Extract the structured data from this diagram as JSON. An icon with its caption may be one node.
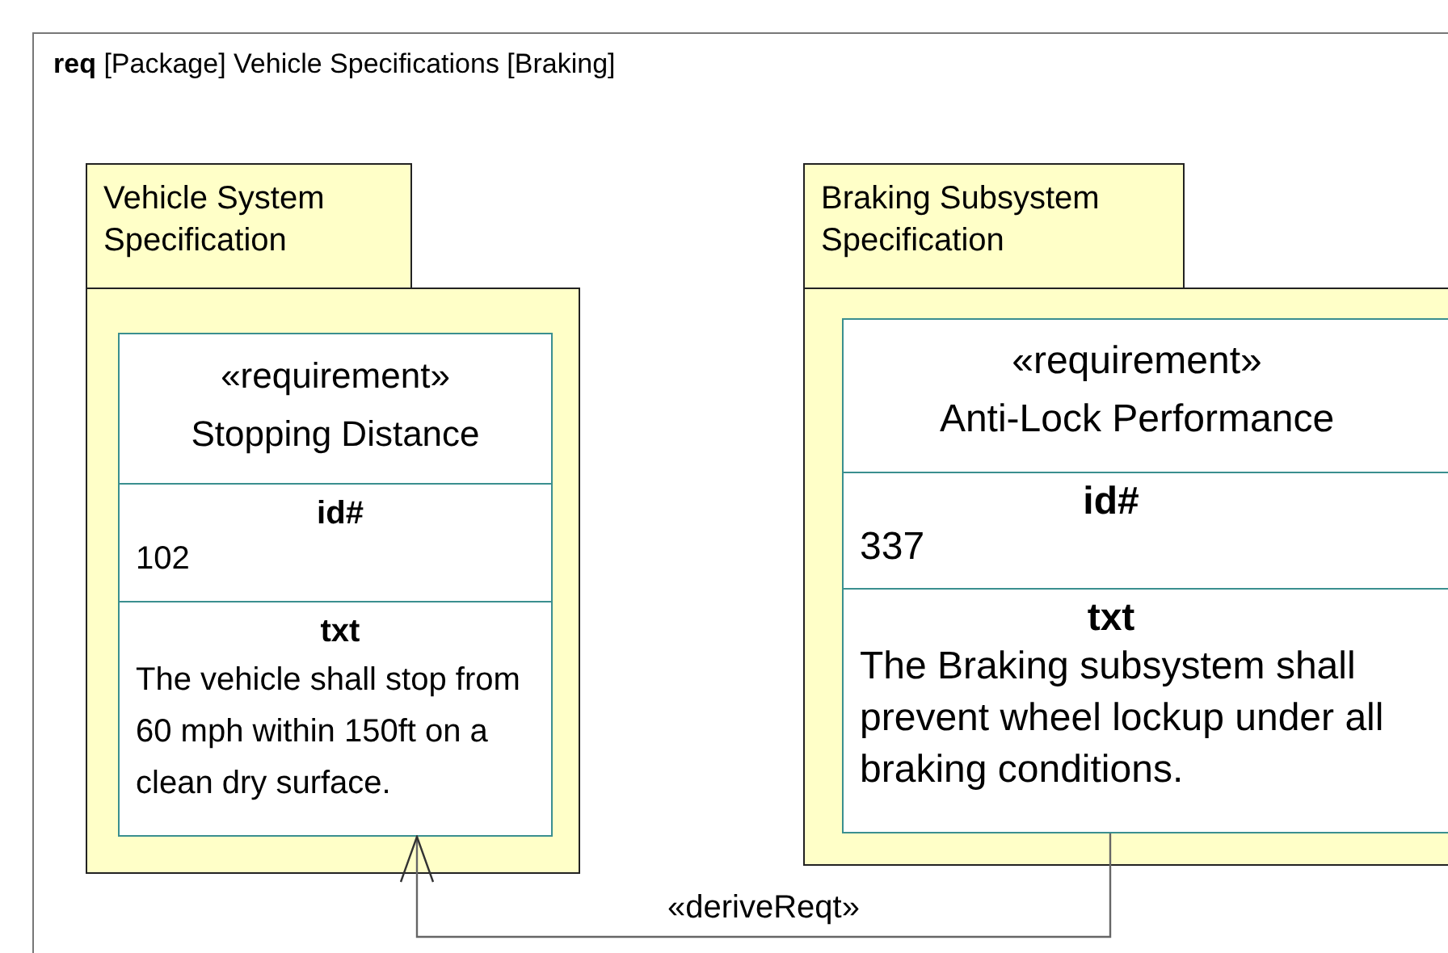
{
  "diagram": {
    "nodes": [
      {
        "text": [
          "**req** [Package] Vehicle Specifications [Braking]"
        ]
      },
      {
        "text": [
          "Vehicle System Specification"
        ],
        "in": 0
      },
      {
        "text": [
          "«requirement»",
          "Stopping Distance",
          "id#",
          "102",
          "txt",
          "The vehicle shall stop from 60 mph within 150ft on a clean dry surface."
        ],
        "in": 1
      },
      {
        "text": [
          "Braking Subsystem Specification"
        ],
        "in": 0
      },
      {
        "text": [
          "«requirement»",
          "Anti-Lock Performance",
          "id#",
          "337",
          "txt",
          "The Braking subsystem shall prevent wheel lockup under all braking conditions."
        ],
        "in": 3
      }
    ],
    "edges": [
      {
        "from": 4,
        "to": 2,
        "arrow": "to",
        "label": "«deriveReqt»"
      }
    ]
  }
}
